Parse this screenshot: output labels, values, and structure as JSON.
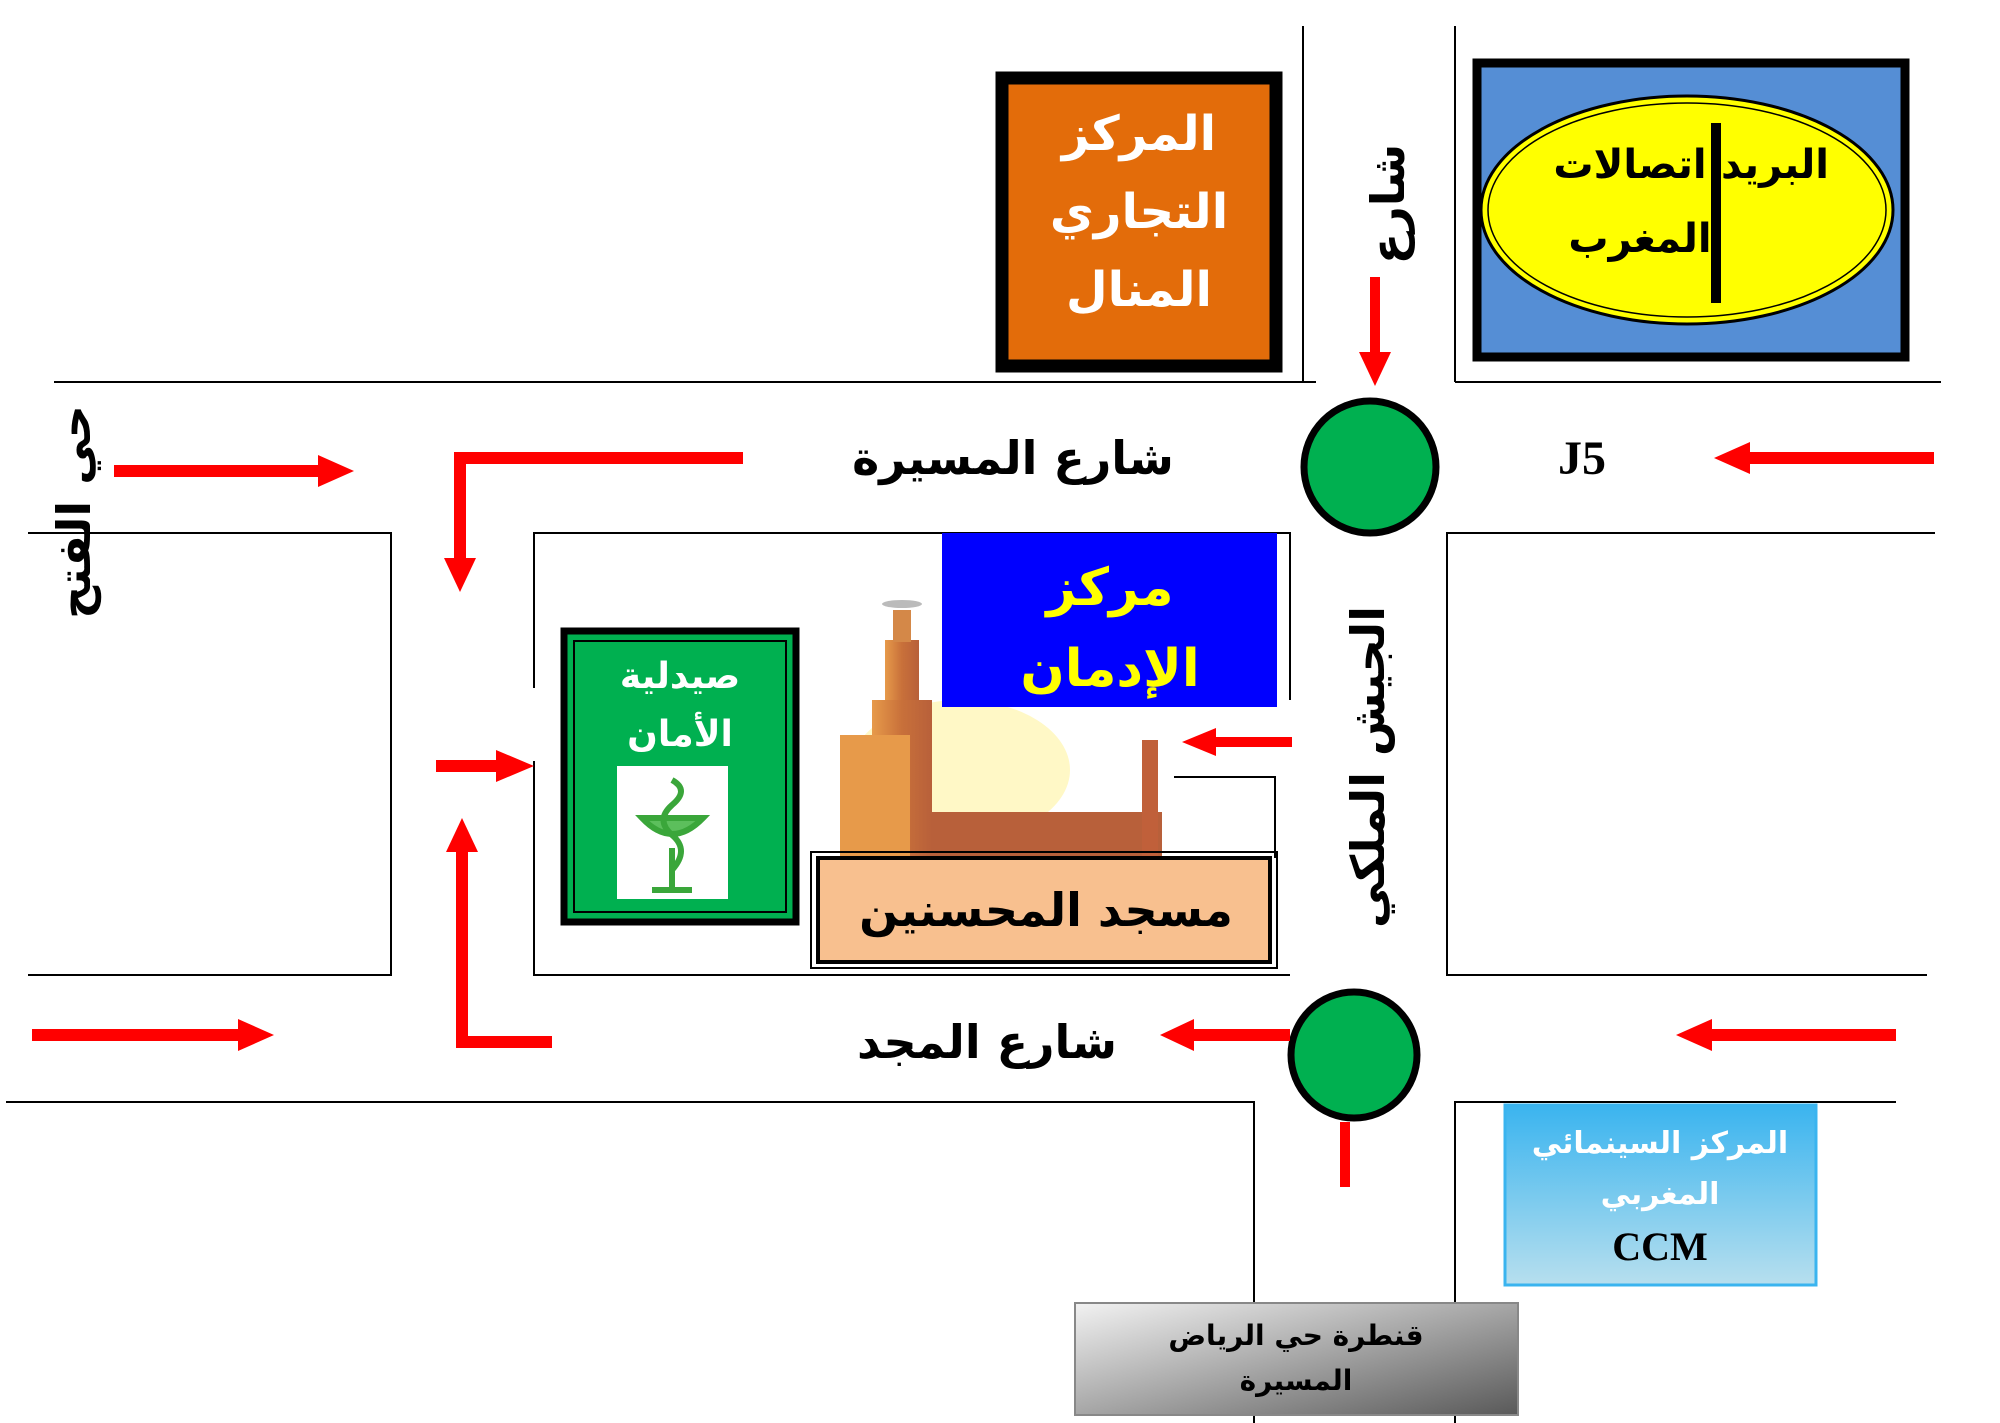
{
  "colors": {
    "arrow": "#ff0000",
    "roundabout": "#00b050",
    "mall": "#e36c0a",
    "post_bg": "#558ed5",
    "post_ellipse": "#ffff00",
    "addiction_center": "#0000ff",
    "addiction_text": "#ffff00",
    "pharmacy": "#00b050",
    "mosque_label": "#f8c08f",
    "ccm": "#66c3ee"
  },
  "streets": {
    "massira": "شارع المسيرة",
    "majd": "شارع المجد",
    "street_vertical_top": "شارع",
    "royal_army": "الجيش الملكي",
    "hay_fath": "حي الفتح",
    "j5": "J5"
  },
  "places": {
    "mall": [
      "المركز",
      "التجاري",
      "المنال"
    ],
    "post": "البريد",
    "telecom": [
      "اتصالات",
      "المغرب"
    ],
    "addiction_center": [
      "مركز",
      "الإدمان"
    ],
    "pharmacy": [
      "صيدلية",
      "الأمان"
    ],
    "mosque": "مسجد المحسنين",
    "ccm": [
      "المركز السينمائي",
      "المغربي",
      "CCM"
    ],
    "bridge": [
      "قنطرة حي الرياض",
      "المسيرة"
    ]
  }
}
